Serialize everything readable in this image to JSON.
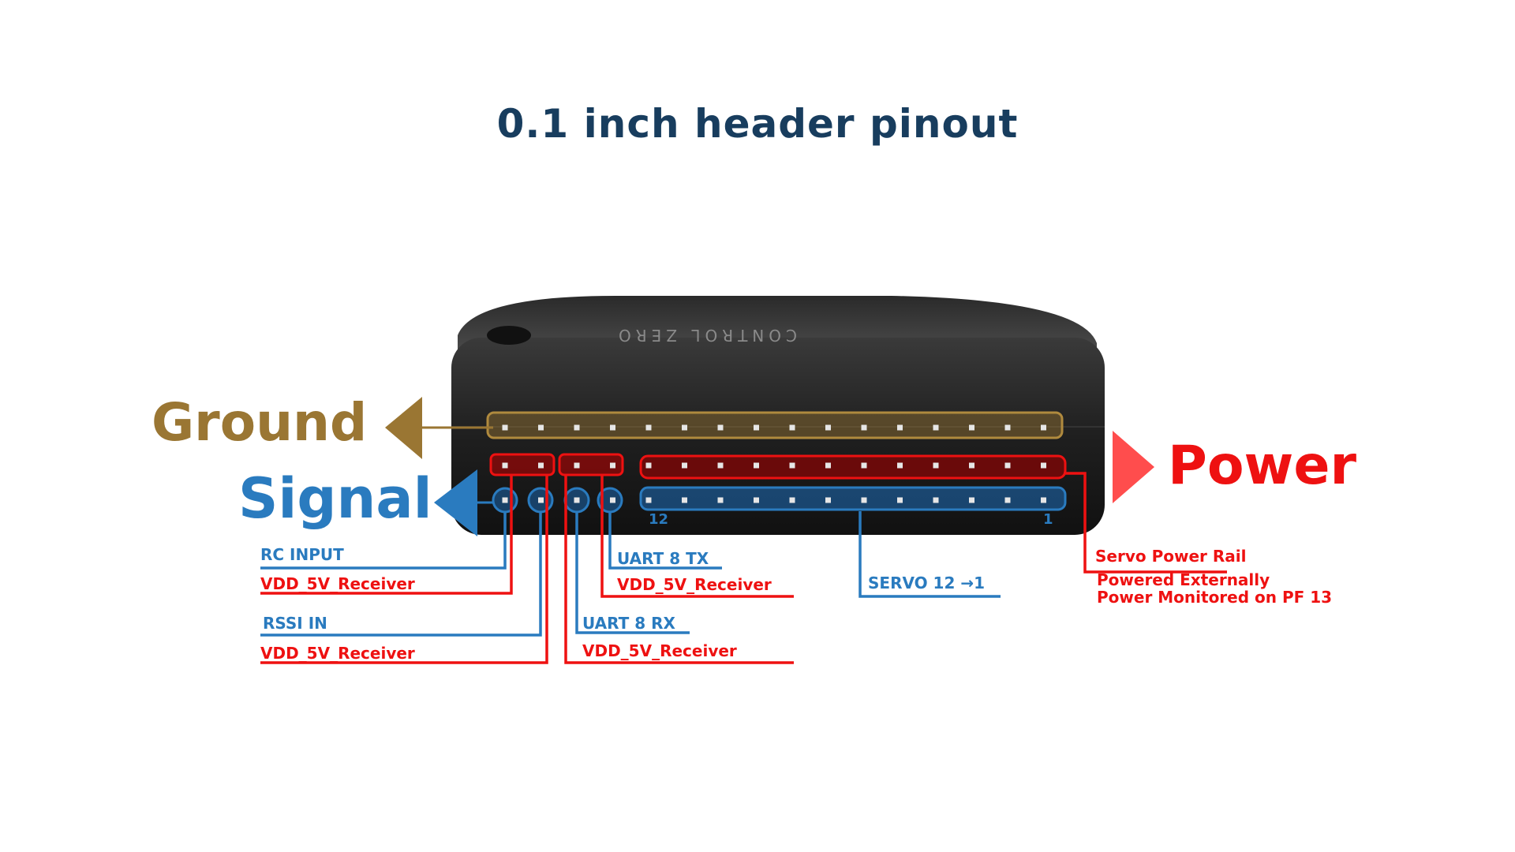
{
  "title": "0.1 inch header pinout",
  "device": {
    "model_text": "CONTROL ZERO"
  },
  "groups": {
    "ground": "Ground",
    "power": "Power",
    "signal": "Signal"
  },
  "pin_numbers": {
    "servo_first": "12",
    "servo_last": "1"
  },
  "labels": {
    "rc_input": "RC INPUT",
    "vdd_rc": "VDD_5V_Receiver",
    "rssi_in": "RSSI IN",
    "vdd_rssi": "VDD_5V_Receiver",
    "uart8_rx": "UART 8 RX",
    "vdd_uart_rx": "VDD_5V_Receiver",
    "uart8_tx": "UART 8 TX",
    "vdd_uart_tx": "VDD_5V_Receiver",
    "servo": "SERVO 12 →1",
    "servo_rail": "Servo Power Rail",
    "powered_externally": "Powered Externally",
    "power_monitored": "Power Monitored on PF 13"
  },
  "colors": {
    "title": "#183d5e",
    "ground": "#9a7633",
    "power": "#ee1111",
    "signal": "#2a7bbf",
    "device": "#232323"
  }
}
